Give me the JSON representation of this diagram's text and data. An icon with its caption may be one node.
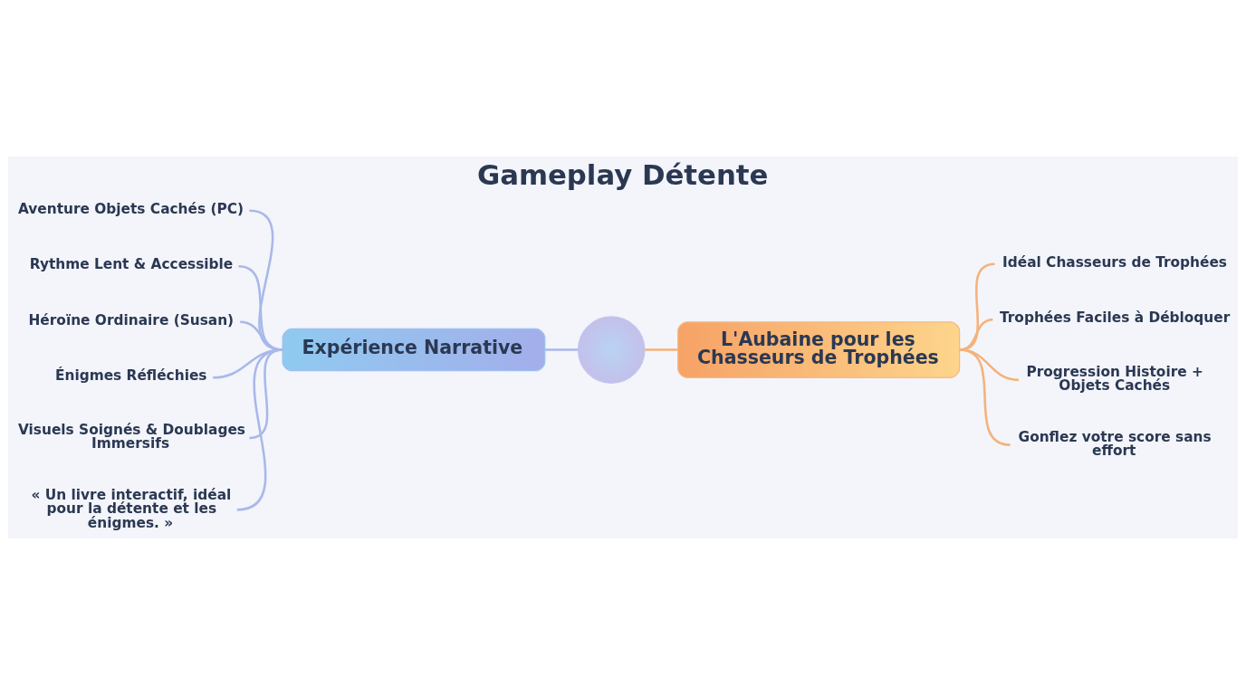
{
  "diagram": {
    "title": "Gameplay Détente",
    "nodes": [
      {
        "text": [
          "Expérience Narrative"
        ]
      },
      {
        "text": [],
        "shape": "circle"
      },
      {
        "text": [
          "L'Aubaine pour les Chasseurs de Trophées"
        ]
      },
      {
        "text": [
          "Aventure Objets Cachés (PC)"
        ]
      },
      {
        "text": [
          "Rythme Lent & Accessible"
        ]
      },
      {
        "text": [
          "Héroïne Ordinaire (Susan)"
        ]
      },
      {
        "text": [
          "Énigmes Réfléchies"
        ]
      },
      {
        "text": [
          "Visuels Soignés & Doublages Immersifs"
        ]
      },
      {
        "text": [
          "« Un livre interactif, idéal pour la détente et les énigmes. »"
        ]
      },
      {
        "text": [
          "Idéal Chasseurs de Trophées"
        ]
      },
      {
        "text": [
          "Trophées Faciles à Débloquer"
        ]
      },
      {
        "text": [
          "Progression Histoire + Objets Cachés"
        ]
      },
      {
        "text": [
          "Gonflez votre score sans effort"
        ]
      }
    ],
    "edges": [
      {
        "from": 0,
        "to": 1,
        "arrow": "none"
      },
      {
        "from": 1,
        "to": 2,
        "arrow": "none",
        "color": "#f5b27a"
      },
      {
        "from": 3,
        "to": 0,
        "arrow": "none"
      },
      {
        "from": 4,
        "to": 0,
        "arrow": "none"
      },
      {
        "from": 5,
        "to": 0,
        "arrow": "none"
      },
      {
        "from": 6,
        "to": 0,
        "arrow": "none"
      },
      {
        "from": 7,
        "to": 0,
        "arrow": "none"
      },
      {
        "from": 8,
        "to": 0,
        "arrow": "none"
      },
      {
        "from": 2,
        "to": 9,
        "arrow": "none",
        "color": "#f5b27a"
      },
      {
        "from": 2,
        "to": 10,
        "arrow": "none",
        "color": "#f5b27a"
      },
      {
        "from": 2,
        "to": 11,
        "arrow": "none",
        "color": "#f5b27a"
      },
      {
        "from": 2,
        "to": 12,
        "arrow": "none",
        "color": "#f5b27a"
      }
    ]
  }
}
